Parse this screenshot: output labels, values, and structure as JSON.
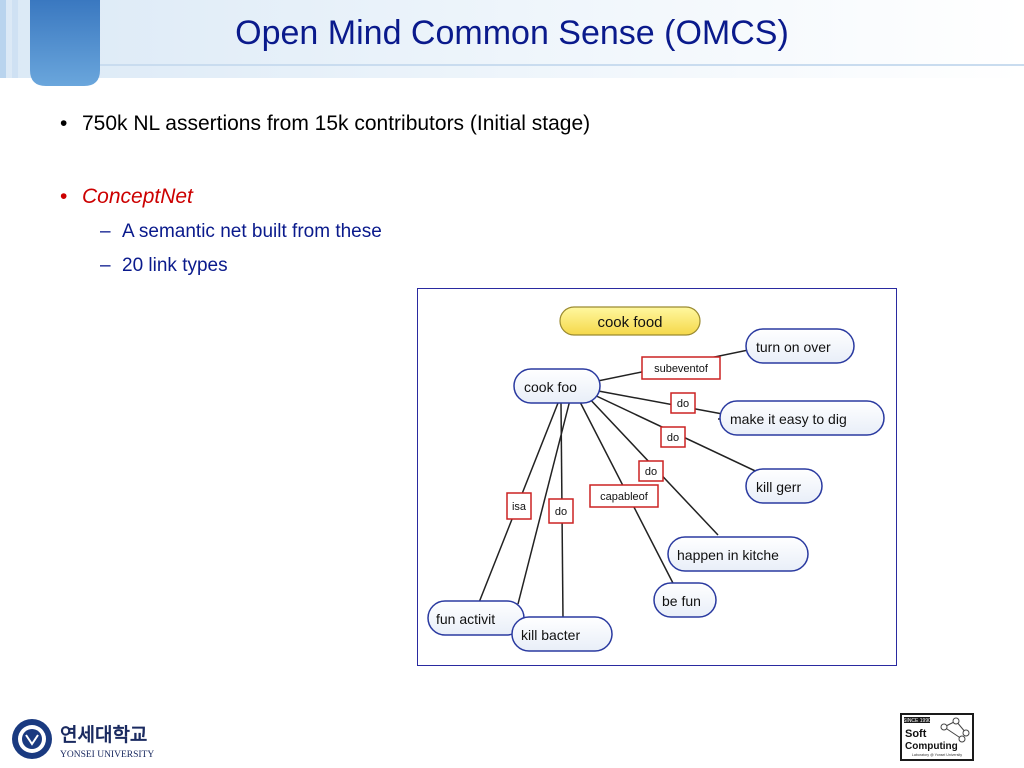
{
  "slide": {
    "title": "Open Mind Common Sense (OMCS)",
    "bullets": [
      {
        "marker": "•",
        "text": "750k NL assertions from 15k contributors (Initial stage)"
      },
      {
        "marker": "•",
        "text": "ConceptNet"
      }
    ],
    "sub_bullets": [
      {
        "marker": "–",
        "text": "A semantic net built from these"
      },
      {
        "marker": "–",
        "text": "20 link types"
      }
    ],
    "colors": {
      "title": "#0a1a8c",
      "accent_red": "#cc0000",
      "deco_blue": "#4a8fd0",
      "node_border": "#2a3aa0",
      "edge_label_border": "#cc2222"
    }
  },
  "diagram": {
    "header_node": "cook food",
    "center_node": "cook foo",
    "nodes": {
      "turn_on_oven": "turn on over",
      "make_easy": "make it easy to dig",
      "kill_germ": "kill gerr",
      "happen_kitchen": "happen in kitche",
      "be_fun": "be fun",
      "fun_activity": "fun activit",
      "kill_bacteria": "kill bacter"
    },
    "edge_labels": {
      "subeventof": "subeventof",
      "do1": "do",
      "do2": "do",
      "do3": "do",
      "capableof": "capableof",
      "isa": "isa",
      "do4": "do"
    }
  },
  "footer": {
    "left_logo_korean": "연세대학교",
    "left_logo_english": "YONSEI UNIVERSITY",
    "right_logo_line1": "Soft",
    "right_logo_line2": "Computing",
    "right_logo_since": "SINCE 1990",
    "right_logo_bottom": "Laboratory @ Yonsei University"
  }
}
